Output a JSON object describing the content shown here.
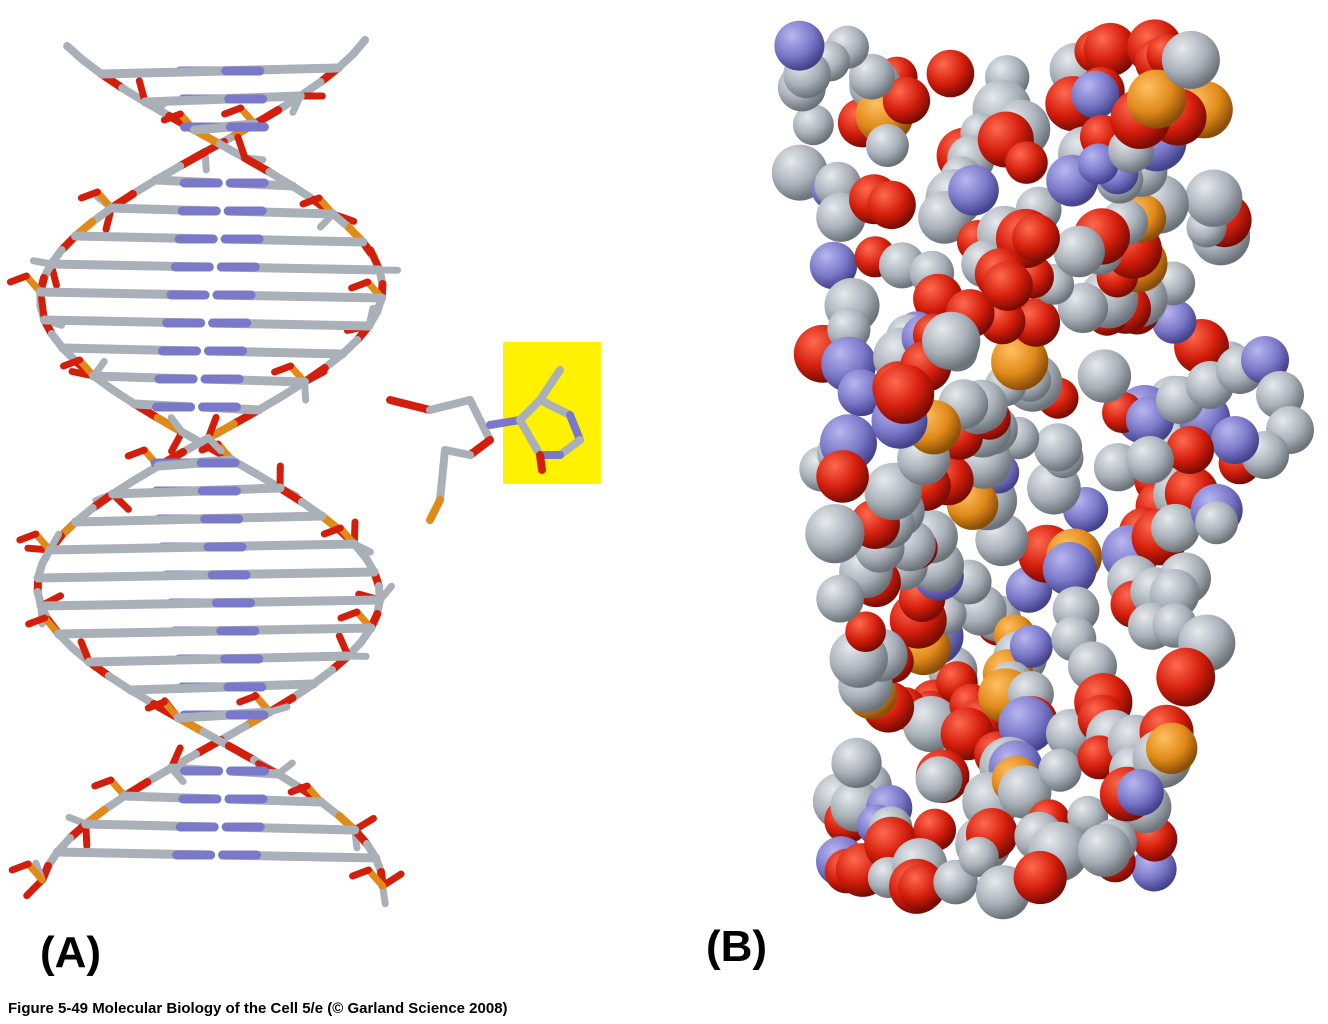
{
  "labels": {
    "panel_a": "(A)",
    "panel_b": "(B)"
  },
  "caption": "Figure 5-49  Molecular Biology of the Cell 5/e (© Garland Science 2008)",
  "colors": {
    "carbon": "#a9b0b8",
    "oxygen": "#d41e0c",
    "nitrogen": "#7a78c8",
    "phosphorus": "#e08a1a",
    "highlight": "#fff200"
  }
}
